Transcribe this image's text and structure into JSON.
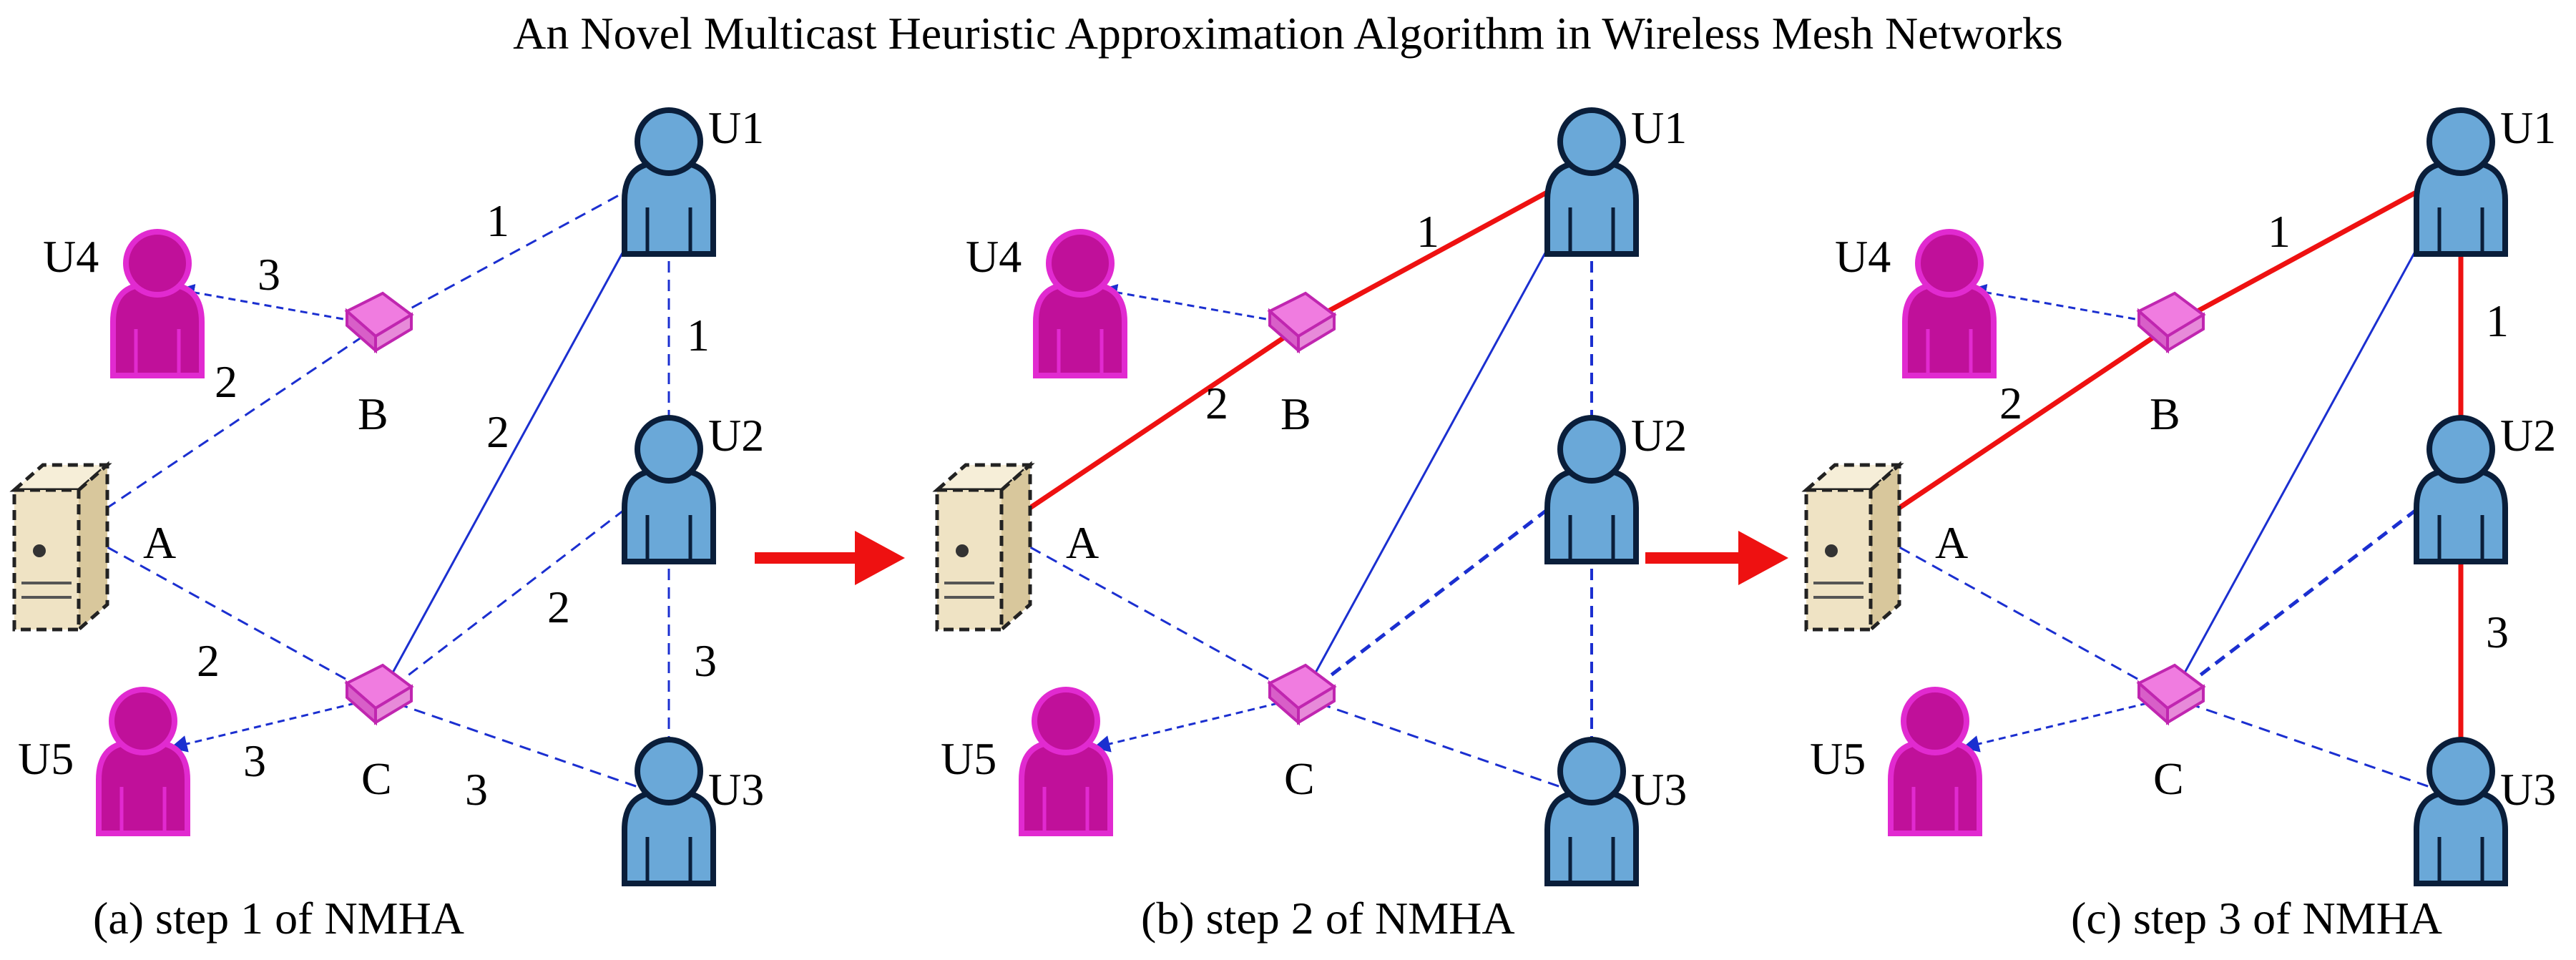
{
  "title": "An Novel Multicast Heuristic Approximation Algorithm in Wireless Mesh Networks",
  "colors": {
    "user_blue": "#6aa8d8",
    "user_magenta": "#c0109a",
    "router_magenta": "#f07ce0",
    "link_blue": "#1b2fd0",
    "tree_red": "#ee1111",
    "server": "#efe3c4"
  },
  "panels": [
    {
      "caption": "(a) step 1 of NMHA",
      "nodes": {
        "A": "A",
        "B": "B",
        "C": "C",
        "U1": "U1",
        "U2": "U2",
        "U3": "U3",
        "U4": "U4",
        "U5": "U5"
      },
      "weights": [
        "1",
        "3",
        "2",
        "2",
        "1",
        "2",
        "2",
        "3",
        "3",
        "3"
      ]
    },
    {
      "caption": "(b) step 2 of NMHA",
      "nodes": {
        "A": "A",
        "B": "B",
        "C": "C",
        "U1": "U1",
        "U2": "U2",
        "U3": "U3",
        "U4": "U4",
        "U5": "U5"
      },
      "weights": [
        "1",
        "2"
      ]
    },
    {
      "caption": "(c) step 3 of NMHA",
      "nodes": {
        "A": "A",
        "B": "B",
        "C": "C",
        "U1": "U1",
        "U2": "U2",
        "U3": "U3",
        "U4": "U4",
        "U5": "U5"
      },
      "weights": [
        "1",
        "2",
        "1",
        "3"
      ]
    }
  ]
}
